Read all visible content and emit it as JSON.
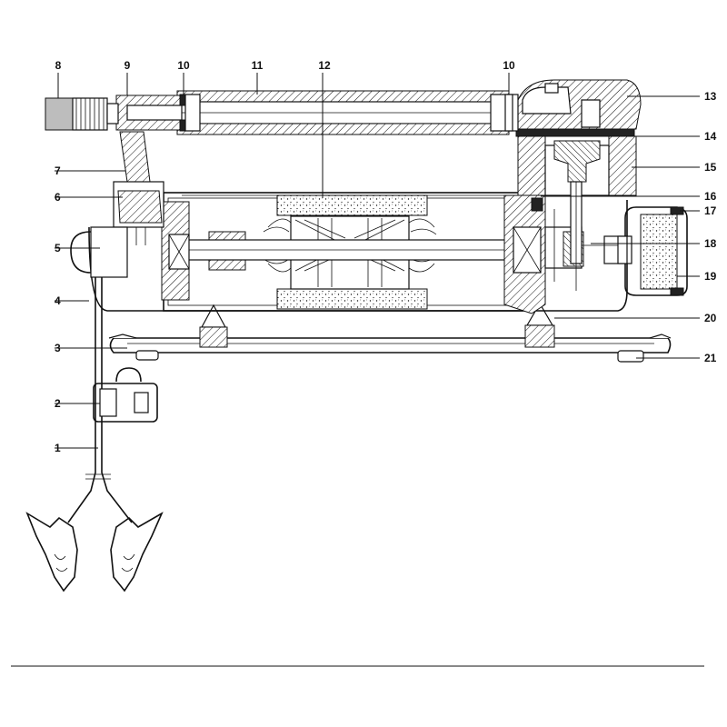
{
  "labels": {
    "l1": "1",
    "l2": "2",
    "l3": "3",
    "l4": "4",
    "l5": "5",
    "l6": "6",
    "l7": "7",
    "l8": "8",
    "l9": "9",
    "l10a": "10",
    "l10b": "10",
    "l11": "11",
    "l12": "12",
    "l13": "13",
    "l14": "14",
    "l15": "15",
    "l16": "16",
    "l17": "17",
    "l18": "18",
    "l19": "19",
    "l20": "20",
    "l21": "21"
  }
}
